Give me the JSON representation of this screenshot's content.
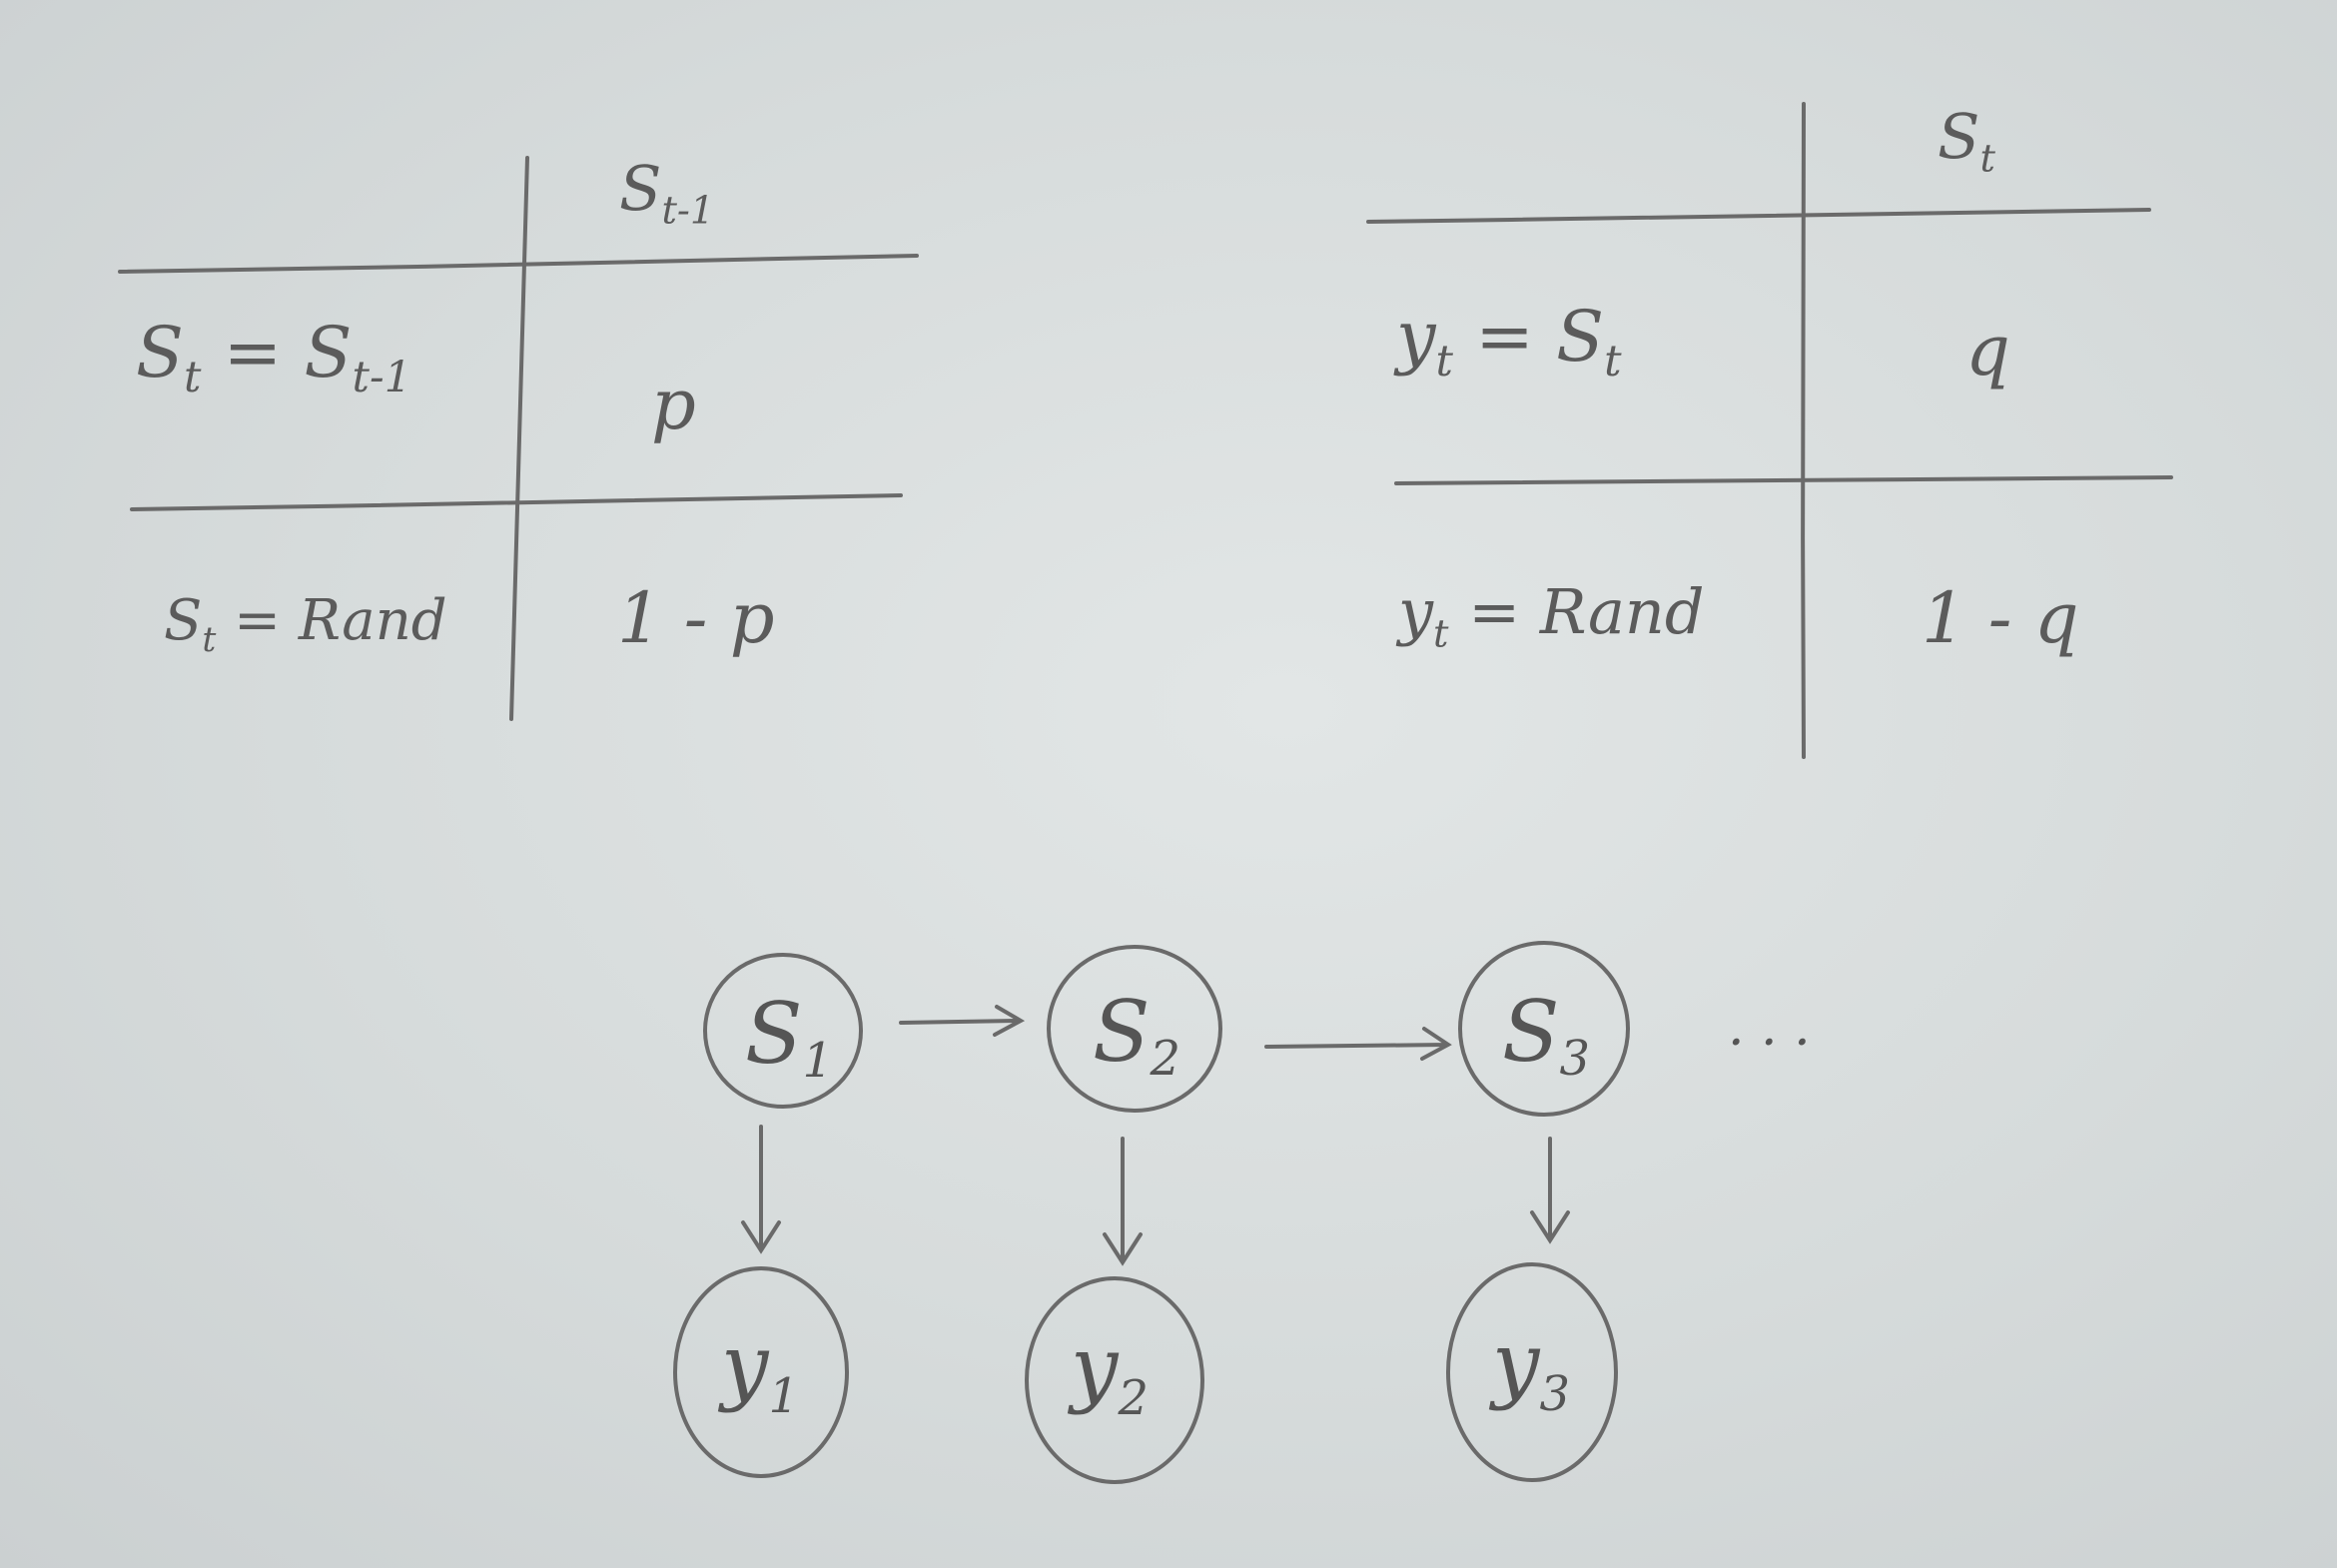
{
  "table1": {
    "header": {
      "var": "S",
      "sub": "t-1"
    },
    "rows": [
      {
        "lhs": "S",
        "lhs_sub": "t",
        "rhs": " = S",
        "rhs_sub": "t-1",
        "value": "p"
      },
      {
        "lhs": "S",
        "lhs_sub": "t",
        "rhs": " = Rand",
        "rhs_sub": "",
        "value": "1 - p"
      }
    ]
  },
  "table2": {
    "header": {
      "var": "S",
      "sub": "t"
    },
    "rows": [
      {
        "lhs": "y",
        "lhs_sub": "t",
        "rhs": " = S",
        "rhs_sub": "t",
        "value": "q"
      },
      {
        "lhs": "y",
        "lhs_sub": "t",
        "rhs": " = Rand",
        "rhs_sub": "",
        "value": "1 - q"
      }
    ]
  },
  "diagram": {
    "states": [
      {
        "var": "S",
        "sub": "1"
      },
      {
        "var": "S",
        "sub": "2"
      },
      {
        "var": "S",
        "sub": "3"
      }
    ],
    "observations": [
      {
        "var": "y",
        "sub": "1"
      },
      {
        "var": "y",
        "sub": "2"
      },
      {
        "var": "y",
        "sub": "3"
      }
    ],
    "continuation": ". . ."
  },
  "colors": {
    "ink": "#5b5b5b",
    "paper": "#dde1e1"
  }
}
